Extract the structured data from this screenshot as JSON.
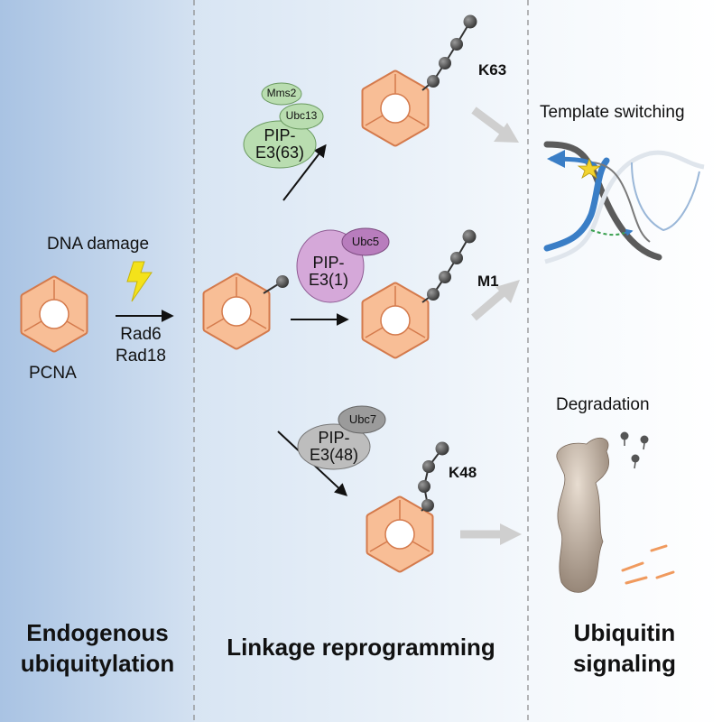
{
  "panels": {
    "left_title_line1": "Endogenous",
    "left_title_line2": "ubiquitylation",
    "middle_title": "Linkage reprogramming",
    "right_title_line1": "Ubiquitin",
    "right_title_line2": "signaling"
  },
  "labels": {
    "dna_damage": "DNA damage",
    "pcna": "PCNA",
    "rad6": "Rad6",
    "rad18": "Rad18",
    "k63": "K63",
    "m1": "M1",
    "k48": "K48",
    "template_switching": "Template switching",
    "degradation": "Degradation"
  },
  "enzymes": {
    "mms2": "Mms2",
    "ubc13": "Ubc13",
    "pip_e3_63_line1": "PIP-",
    "pip_e3_63_line2": "E3(63)",
    "ubc5": "Ubc5",
    "pip_e3_1_line1": "PIP-",
    "pip_e3_1_line2": "E3(1)",
    "ubc7": "Ubc7",
    "pip_e3_48_line1": "PIP-",
    "pip_e3_48_line2": "E3(48)"
  },
  "colors": {
    "left_panel": "#a9c3e3",
    "pcna_fill": "#f7b98f",
    "ubiquitin": "#555555",
    "k63_enzyme": "#b9ddb0",
    "m1_enzyme": "#d5a8d9",
    "k48_enzyme": "#bdbdbd"
  }
}
